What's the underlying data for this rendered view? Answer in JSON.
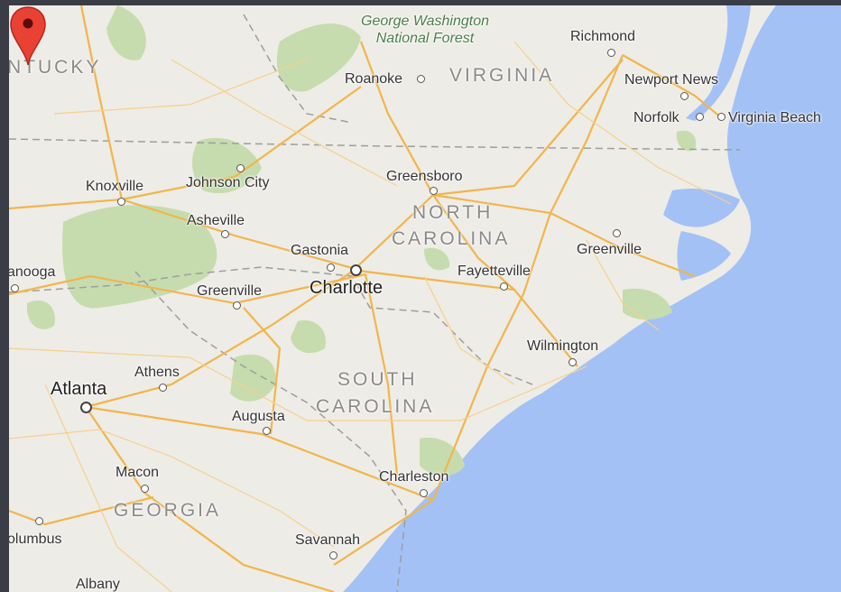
{
  "map": {
    "cities": [
      {
        "name": "Richmond",
        "key": "richmond"
      },
      {
        "name": "Newport News",
        "key": "newport-news"
      },
      {
        "name": "Norfolk",
        "key": "norfolk"
      },
      {
        "name": "Virginia Beach",
        "key": "virginia-beach"
      },
      {
        "name": "Roanoke",
        "key": "roanoke"
      },
      {
        "name": "Knoxville",
        "key": "knoxville"
      },
      {
        "name": "Johnson City",
        "key": "johnson-city"
      },
      {
        "name": "Greensboro",
        "key": "greensboro"
      },
      {
        "name": "Asheville",
        "key": "asheville"
      },
      {
        "name": "Gastonia",
        "key": "gastonia"
      },
      {
        "name": "Charlotte",
        "key": "charlotte"
      },
      {
        "name": "Greenville",
        "key": "greenville-nc"
      },
      {
        "name": "Fayetteville",
        "key": "fayetteville"
      },
      {
        "name": "anooga",
        "key": "chattanooga"
      },
      {
        "name": "Greenville",
        "key": "greenville-sc"
      },
      {
        "name": "Wilmington",
        "key": "wilmington"
      },
      {
        "name": "Athens",
        "key": "athens"
      },
      {
        "name": "Atlanta",
        "key": "atlanta"
      },
      {
        "name": "Augusta",
        "key": "augusta"
      },
      {
        "name": "Macon",
        "key": "macon"
      },
      {
        "name": "Charleston",
        "key": "charleston"
      },
      {
        "name": "olumbus",
        "key": "columbus"
      },
      {
        "name": "Savannah",
        "key": "savannah"
      },
      {
        "name": "Albany",
        "key": "albany"
      }
    ],
    "states": {
      "kentucky": "NTUCKY",
      "virginia": "VIRGINIA",
      "north_carolina_1": "NORTH",
      "north_carolina_2": "CAROLINA",
      "south_carolina_1": "SOUTH",
      "south_carolina_2": "CAROLINA",
      "georgia": "GEORGIA"
    },
    "parks": {
      "gw_line1": "George Washington",
      "gw_line2": "National Forest"
    },
    "marker": {
      "icon": "map-pin-icon",
      "color": "#e94235"
    },
    "colors": {
      "land": "#eeece6",
      "water": "#a3c1f5",
      "forest": "#c6dcae",
      "road": "#f2b54c",
      "border": "#9e9e9e",
      "frame": "#3a3d45"
    }
  }
}
